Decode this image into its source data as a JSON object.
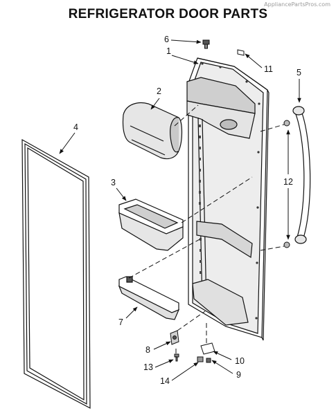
{
  "watermark": "AppliancePartsPros.com",
  "title": "REFRIGERATOR DOOR PARTS",
  "callouts": {
    "c1": "1",
    "c2": "2",
    "c3": "3",
    "c4": "4",
    "c5": "5",
    "c6": "6",
    "c7": "7",
    "c8": "8",
    "c9": "9",
    "c10": "10",
    "c11": "11",
    "c12": "12",
    "c13": "13",
    "c14": "14"
  },
  "colors": {
    "line": "#111111",
    "gasket_fill": "#ffffff",
    "shade": "#d9d9d9",
    "dark": "#555555"
  }
}
